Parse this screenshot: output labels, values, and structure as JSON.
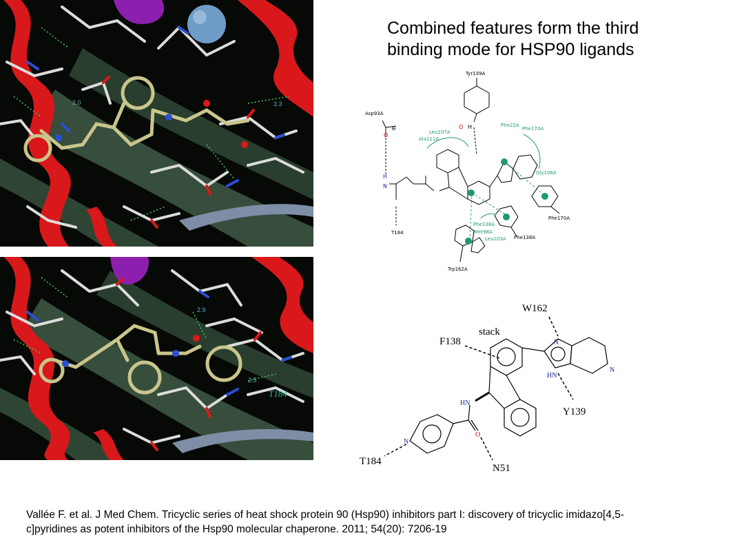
{
  "slide": {
    "title_line1": "Combined features form the third",
    "title_line2": "binding mode for HSP90 ligands",
    "citation_line1": "Vallée F. et al. J Med Chem. Tricyclic series of heat shock protein 90 (Hsp90) inhibitors part I: discovery of tricyclic imidazo[4,5-",
    "citation_line2": "c]pyridines as potent inhibitors of the Hsp90 molecular chaperone. 2011; 54(20): 7206-19"
  },
  "panel_top": {
    "dist1": "2.0",
    "dist2": "3.3"
  },
  "panel_bottom": {
    "dist1": "2.9",
    "dist2": "2.5",
    "residue": "T184"
  },
  "diagram1": {
    "tyr139": "Tyr139A",
    "asp93": "Asp93A",
    "leu107": "Leu107A",
    "ala111": "Ala111A",
    "phe22": "Phe22A",
    "phe170a": "Phe170A",
    "gly108": "Gly108A",
    "phe170b": "Phe170A",
    "phe138a": "Phe138A",
    "met98": "Met98A",
    "leu103": "Leu103A",
    "phe138b": "Phe138A",
    "trp162": "Trp162A",
    "t184": "T184",
    "atom_o1": "O",
    "atom_h1": "H",
    "atom_o2": "O",
    "atom_h2": "H",
    "atom_n": "N",
    "atom_minus": "⊖",
    "colors": {
      "hydrophobic": "#1f9a6a",
      "polar": "#000000",
      "oxygen": "#d00000",
      "nitrogen": "#1a2a9a"
    }
  },
  "diagram2": {
    "w162": "W162",
    "stack": "stack",
    "f138": "F138",
    "y139": "Y139",
    "t184": "T184",
    "n51": "N51",
    "atom_n1": "N",
    "atom_hn1": "HN",
    "atom_n2": "N",
    "atom_hn2": "HN",
    "atom_o": "O",
    "atom_n3": "N"
  }
}
